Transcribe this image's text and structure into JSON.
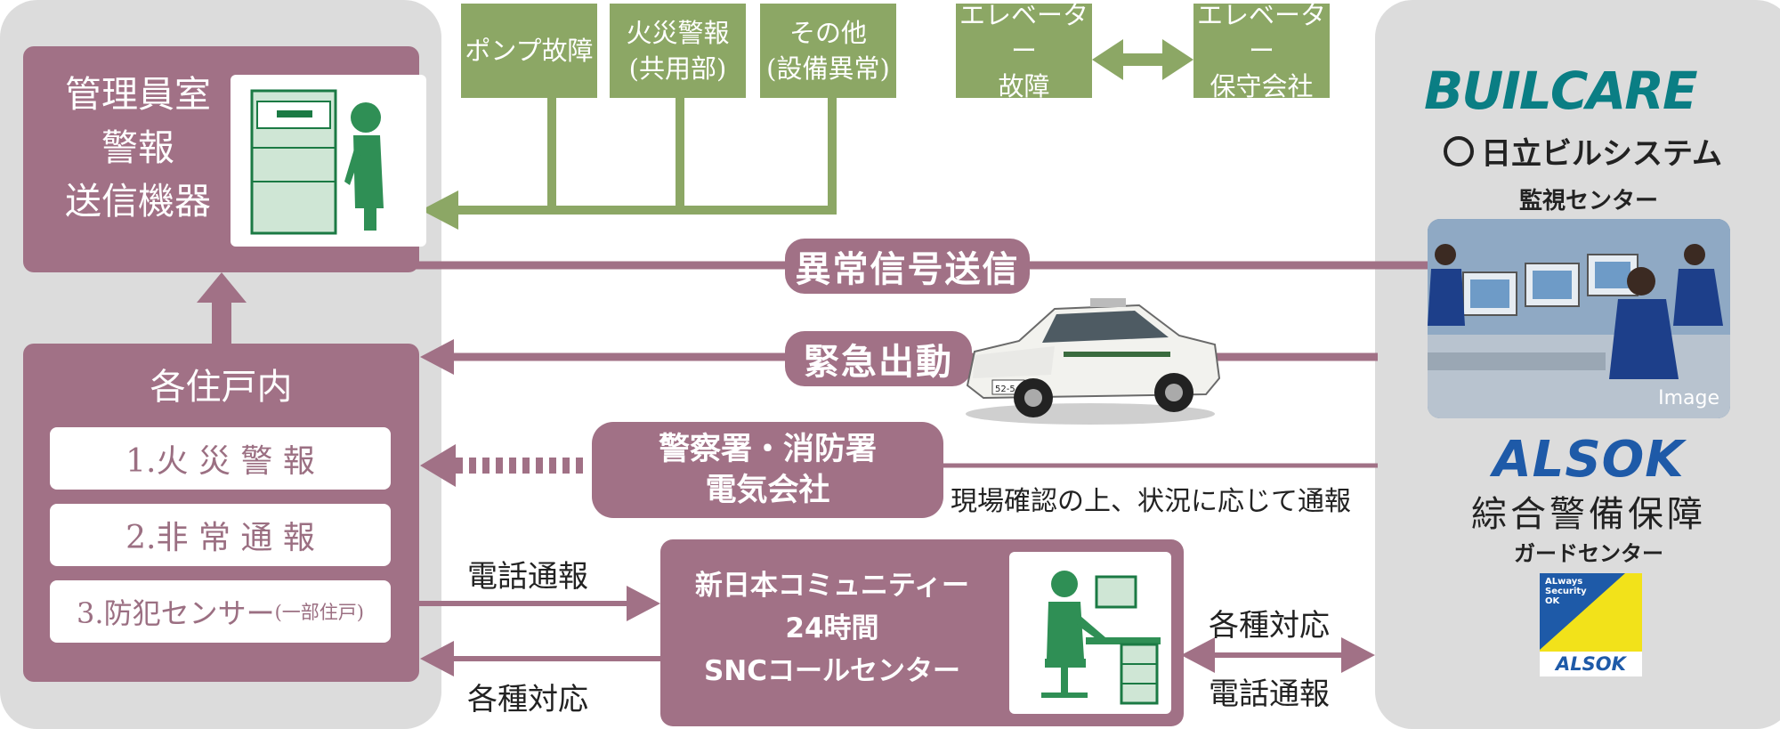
{
  "left_panel": {
    "management_box": [
      "管理員室",
      "警報",
      "送信機器"
    ],
    "residence_box": {
      "title": "各住戸内",
      "items": [
        "1.火 災 警 報",
        "2.非 常 通 報",
        "3.防犯センサー"
      ],
      "item3_note": "(一部住戸)"
    }
  },
  "top_alarms": {
    "pump": "ポンプ故障",
    "fire": [
      "火災警報",
      "(共用部)"
    ],
    "other": [
      "その他",
      "(設備異常)"
    ],
    "elevator_fault": [
      "エレベーター",
      "故障"
    ],
    "elevator_company": [
      "エレベーター",
      "保守会社"
    ]
  },
  "flows": {
    "abnormal_signal": "異常信号送信",
    "emergency_dispatch": "緊急出動",
    "police_fire": [
      "警察署・消防署",
      "電気会社"
    ],
    "report_note": "現場確認の上、状況に応じて通報",
    "phone_report_left": "電話通報",
    "various_response_left": "各種対応",
    "various_response_right": "各種対応",
    "phone_report_right": "電話通報"
  },
  "snc_center": [
    "新日本コミュニティー",
    "24時間",
    "SNCコールセンター"
  ],
  "right_panel": {
    "buil_logo": "BUILCARE",
    "hitachi_logo": "日立ビルシステム",
    "monitor_center": "監視センター",
    "photo_caption": "Image",
    "alsok_logo": "ALSOK",
    "alsok_name": "綜合警備保障",
    "guard_center": "ガードセンター",
    "badge_text": [
      "ALways",
      "Security",
      "OK"
    ],
    "badge_logo": "ALSOK"
  },
  "car_plate": "52-54",
  "colors": {
    "mauve": "#a17186",
    "green": "#8ca765",
    "gray_panel": "#dcdcdc",
    "alsok_blue": "#1e5aa8",
    "buil_teal": "#0a7e84",
    "badge_yellow": "#f2e21a"
  }
}
